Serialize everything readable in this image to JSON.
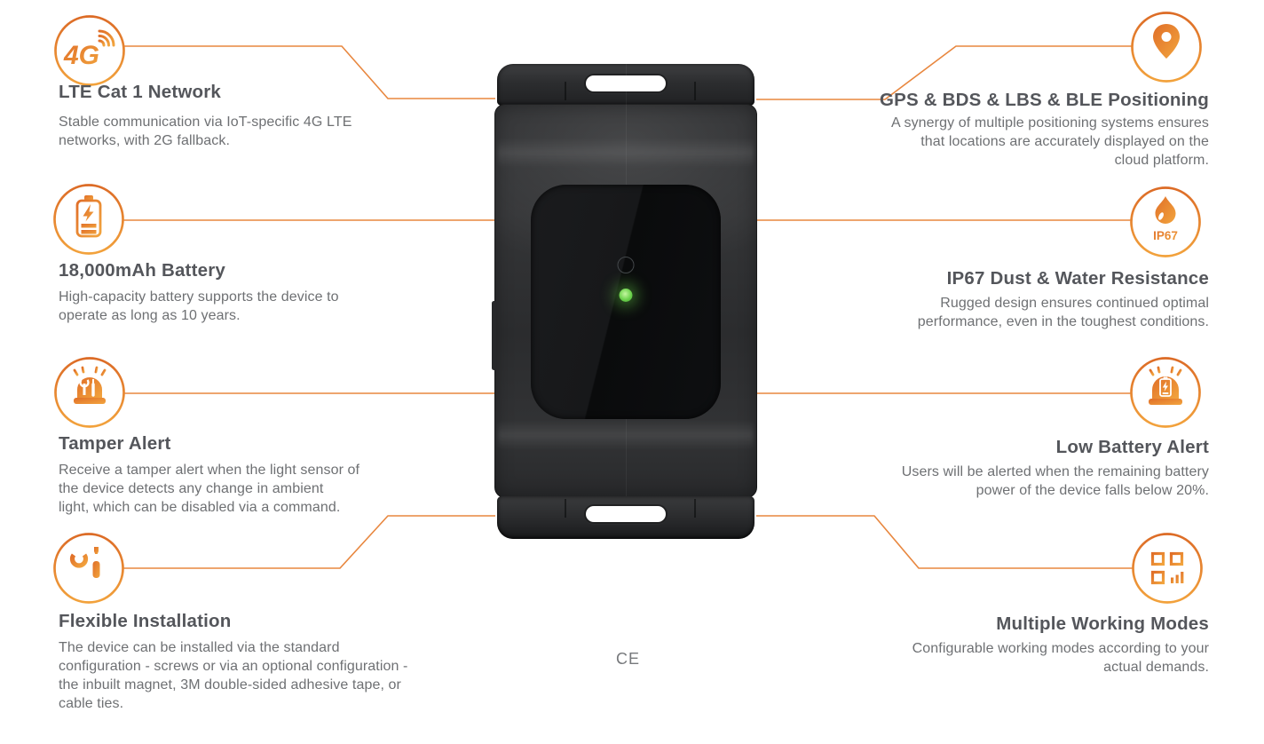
{
  "page": {
    "background_color": "#ffffff",
    "accent_color": "#E8873F",
    "title_color": "#54565B",
    "body_text_color": "#6E7073",
    "certification_mark": "CE"
  },
  "device": {
    "type": "gps-tracker",
    "led_color": "#63CE43"
  },
  "features": {
    "left": [
      {
        "icon": "4g-network-icon",
        "icon_label": "4G",
        "title": "LTE Cat 1 Network",
        "description": "Stable communication via IoT-specific 4G LTE\nnetworks, with 2G fallback."
      },
      {
        "icon": "battery-icon",
        "title": "18,000mAh Battery",
        "description": "High-capacity battery supports the device to\noperate as long as 10 years."
      },
      {
        "icon": "tamper-alert-icon",
        "title": "Tamper Alert",
        "description": "Receive a tamper alert when the light sensor of\nthe device detects any change in ambient\nlight, which can be disabled via a command."
      },
      {
        "icon": "tools-icon",
        "title": "Flexible Installation",
        "description": "The device can be installed via the standard\nconfiguration - screws or via an optional configuration -\nthe inbuilt magnet, 3M double-sided adhesive tape, or\ncable ties."
      }
    ],
    "right": [
      {
        "icon": "location-pin-icon",
        "title": "GPS & BDS & LBS & BLE Positioning",
        "description": "A synergy of multiple positioning systems ensures\nthat locations are accurately displayed on the\ncloud platform."
      },
      {
        "icon": "water-drop-icon",
        "icon_label": "IP67",
        "title": "IP67 Dust & Water Resistance",
        "description": "Rugged design ensures continued optimal\nperformance, even in the toughest conditions."
      },
      {
        "icon": "low-battery-alert-icon",
        "title": "Low Battery Alert",
        "description": "Users will be alerted when the remaining battery\npower of the device falls below 20%."
      },
      {
        "icon": "working-modes-icon",
        "title": "Multiple Working Modes",
        "description": "Configurable working modes according to your\nactual demands."
      }
    ]
  }
}
